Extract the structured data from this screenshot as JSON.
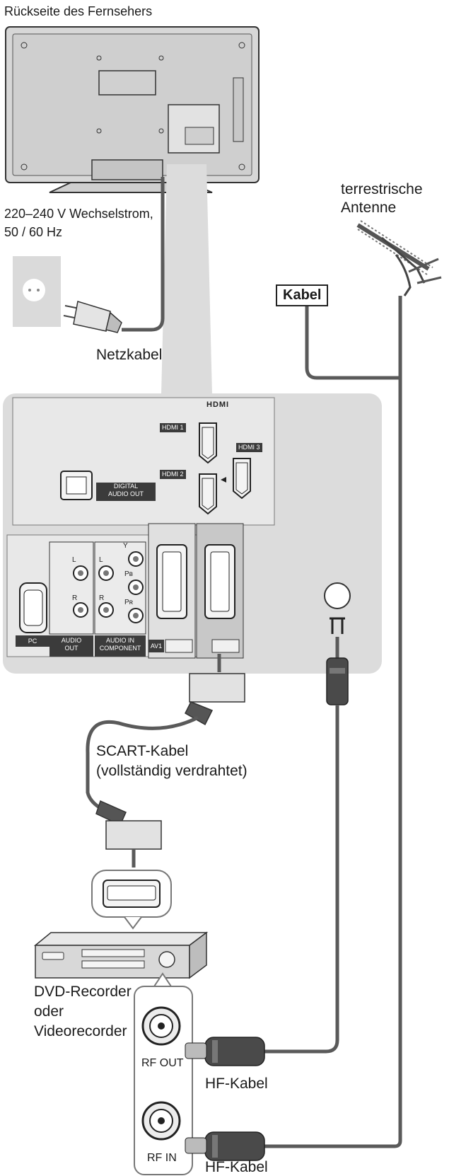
{
  "header": {
    "title": "Rückseite des Fernsehers"
  },
  "power": {
    "spec_line1": "220–240 V Wechselstrom,",
    "spec_line2": "50 / 60 Hz",
    "cable": "Netzkabel"
  },
  "antenna": {
    "line1": "terrestrische",
    "line2": "Antenne",
    "cable_label": "Kabel"
  },
  "panel": {
    "hdmi_logo": "HDMI",
    "hdmi1": "HDMI 1",
    "hdmi2": "HDMI 2",
    "hdmi3": "HDMI 3",
    "digital_audio_line1": "DIGITAL",
    "digital_audio_line2": "AUDIO OUT",
    "pc": "PC",
    "audio_out_line1": "AUDIO",
    "audio_out_line2": "OUT",
    "audio_in": "AUDIO IN",
    "component": "COMPONENT",
    "av1": "AV1",
    "l": "L",
    "r": "R",
    "y": "Y",
    "pb": "Pʙ",
    "pr": "Pʀ"
  },
  "scart": {
    "line1": "SCART-Kabel",
    "line2": "(vollständig verdrahtet)"
  },
  "recorder": {
    "line1": "DVD-Recorder",
    "line2": "oder",
    "line3": "Videorecorder"
  },
  "rf": {
    "out": "RF OUT",
    "in": "RF IN",
    "cable1": "HF-Kabel",
    "cable2": "HF-Kabel"
  },
  "colors": {
    "cable": "#5a5a5a",
    "panel": "#dcdcdc",
    "badge": "#3b3b3b"
  }
}
